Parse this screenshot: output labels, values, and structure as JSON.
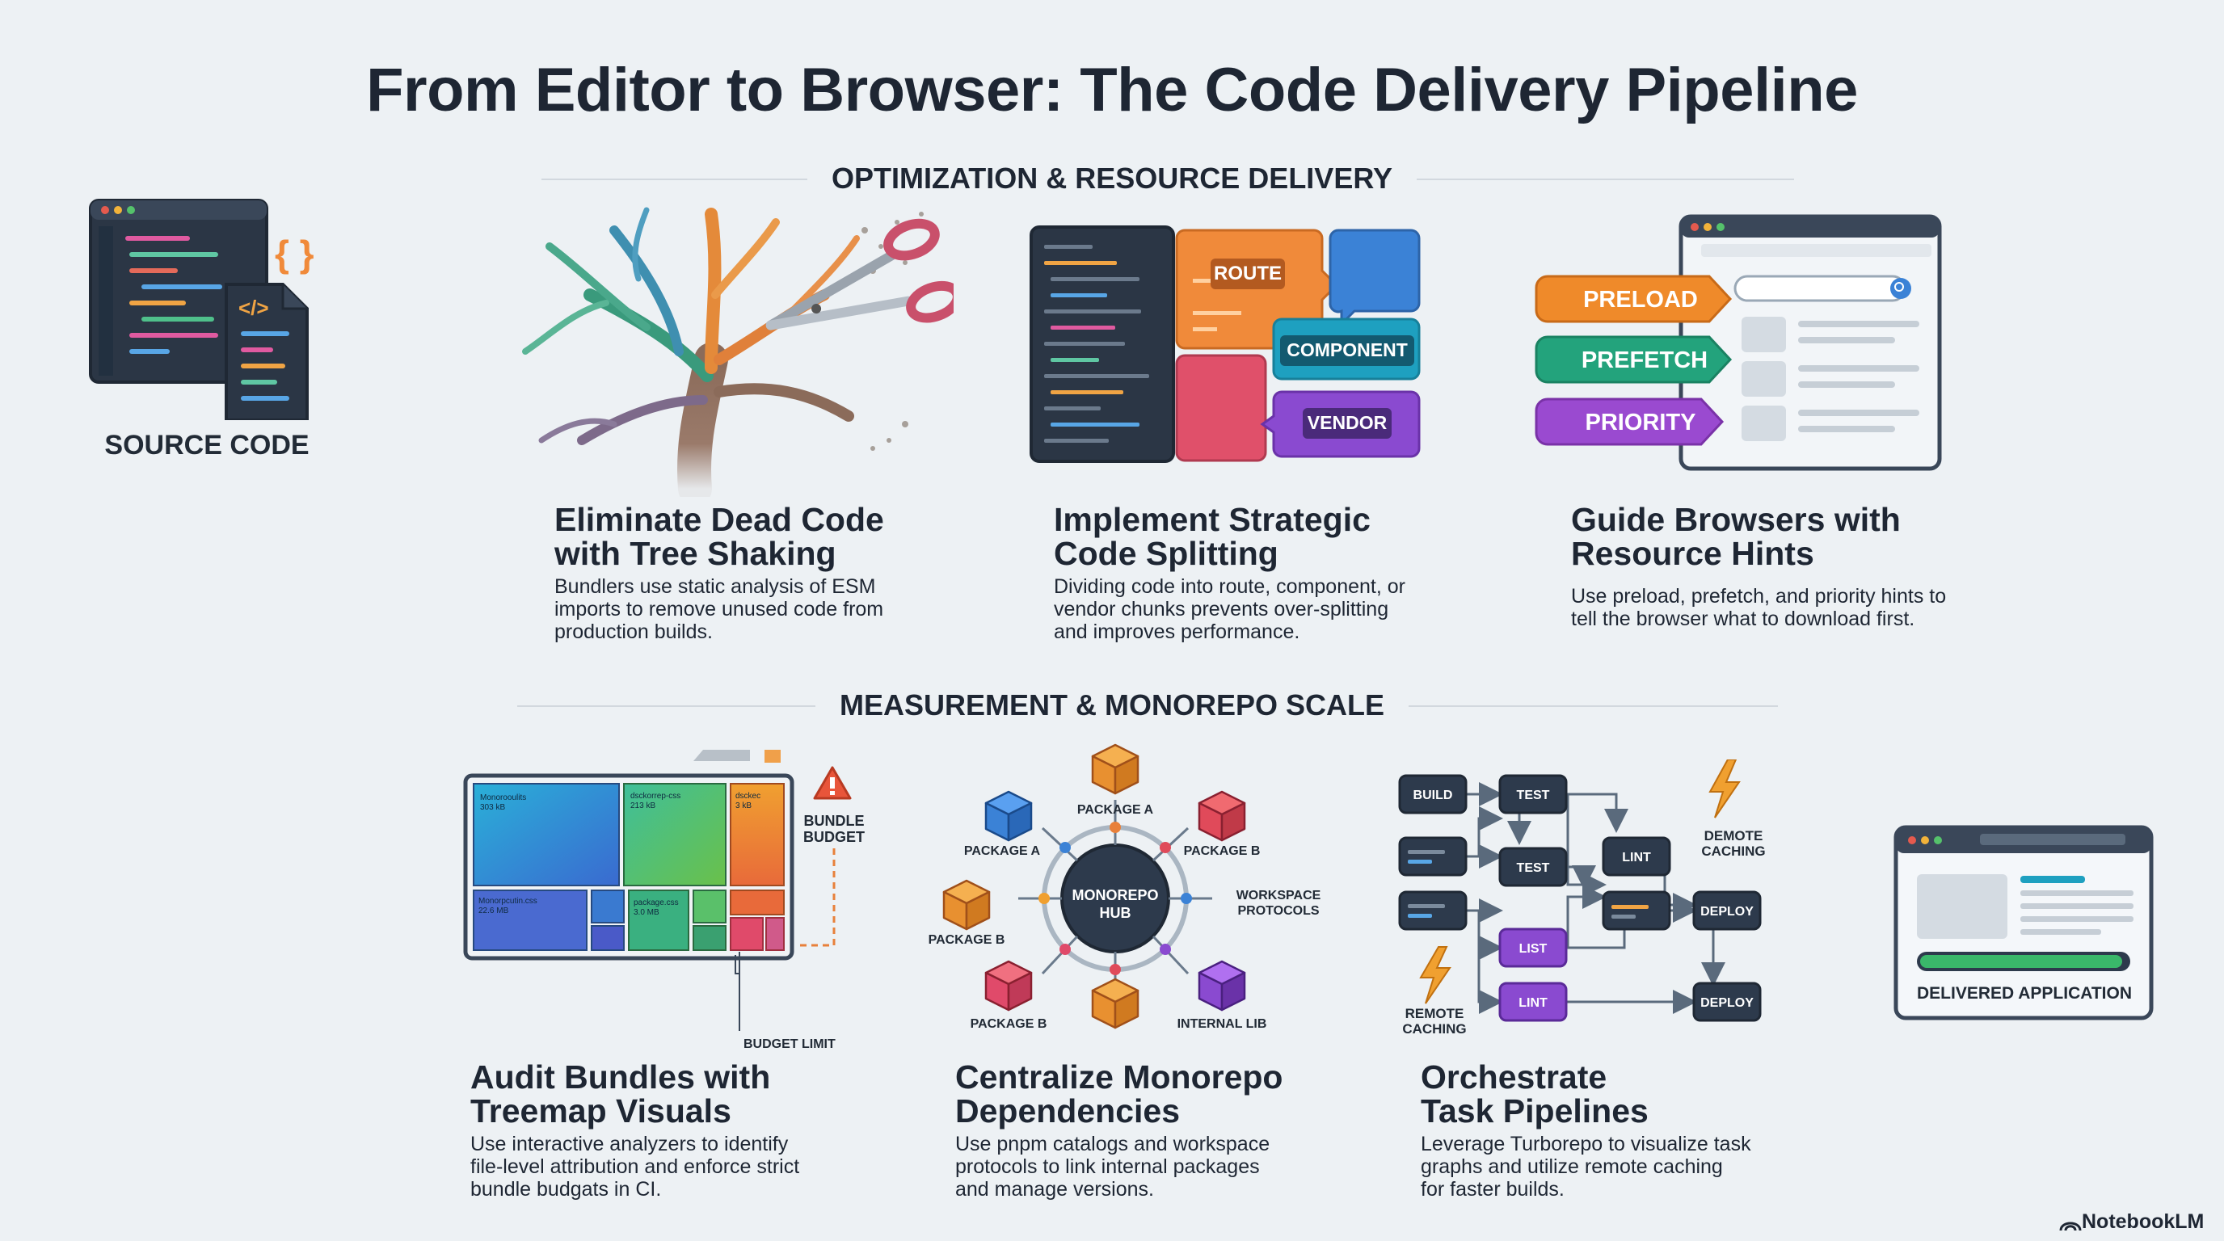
{
  "title": "From Editor to Browser: The Code Delivery Pipeline",
  "sections": {
    "optimization": "OPTIMIZATION & RESOURCE DELIVERY",
    "measurement": "MEASUREMENT & MONOREPO SCALE"
  },
  "source": {
    "label": "SOURCE CODE",
    "icon": "code-editor-icon"
  },
  "delivered": {
    "label": "DELIVERED APPLICATION",
    "icon": "browser-window-icon"
  },
  "cards": {
    "tree": {
      "title_1": "Eliminate Dead Code",
      "title_2": "with Tree Shaking",
      "desc_1": "Bundlers use static analysis of ESM",
      "desc_2": "imports to remove unused code from",
      "desc_3": "production builds.",
      "icon": "tree-scissors-icon"
    },
    "split": {
      "title_1": "Implement Strategic",
      "title_2": "Code Splitting",
      "desc_1": "Dividing code into route, component, or",
      "desc_2": "vendor chunks prevents over-splitting",
      "desc_3": "and improves performance.",
      "chunks": [
        "ROUTE",
        "COMPONENT",
        "VENDOR"
      ]
    },
    "hints": {
      "title_1": "Guide Browsers with",
      "title_2": "Resource Hints",
      "desc_1": "Use preload, prefetch, and priority hints to",
      "desc_2": "tell the browser what to download first.",
      "tags": [
        "PRELOAD",
        "PREFETCH",
        "PRIORITY"
      ]
    },
    "treemap": {
      "title_1": "Audit Bundles with",
      "title_2": "Treemap Visuals",
      "desc_1": "Use interactive analyzers to identify",
      "desc_2": "file-level attribution and enforce strict",
      "desc_3": "bundle budgats in CI.",
      "budget_label_1": "BUNDLE",
      "budget_label_2": "BUDGET",
      "limit_label": "BUDGET LIMIT",
      "cells": [
        {
          "name": "Monorooulits",
          "size": "303 kB"
        },
        {
          "name": "dsckorrep-css",
          "size": "213 kB"
        },
        {
          "name": "dsckec",
          "size": "3 kB"
        },
        {
          "name": "package.css",
          "size": "3.0 MB"
        },
        {
          "name": "Monorpcutin.css",
          "size": "22.6 MB"
        }
      ]
    },
    "monorepo": {
      "title_1": "Centralize Monorepo",
      "title_2": "Dependencies",
      "desc_1": "Use pnpm catalogs and workspace",
      "desc_2": "protocols to link internal packages",
      "desc_3": "and manage versions.",
      "hub_1": "MONOREPO",
      "hub_2": "HUB",
      "nodes": [
        "PACKAGE A",
        "PACKAGE A",
        "PACKAGE B",
        "PACKAGE B",
        "PACKAGE B",
        "INTERNAL LIB"
      ],
      "workspace_1": "WORKSPACE",
      "workspace_2": "PROTOCOLS"
    },
    "pipeline": {
      "title_1": "Orchestrate",
      "title_2": "Task Pipelines",
      "desc_1": "Leverage Turborepo to visualize task",
      "desc_2": "graphs and utilize remote caching",
      "desc_3": "for faster builds.",
      "tasks": [
        "BUILD",
        "TEST",
        "TEST",
        "LINT",
        "LIST",
        "LINT",
        "DEPLOY",
        "DEPLOY"
      ],
      "demote_1": "DEMOTE",
      "demote_2": "CACHING",
      "remote_1": "REMOTE",
      "remote_2": "CACHING"
    }
  },
  "brand": "NotebookLM"
}
